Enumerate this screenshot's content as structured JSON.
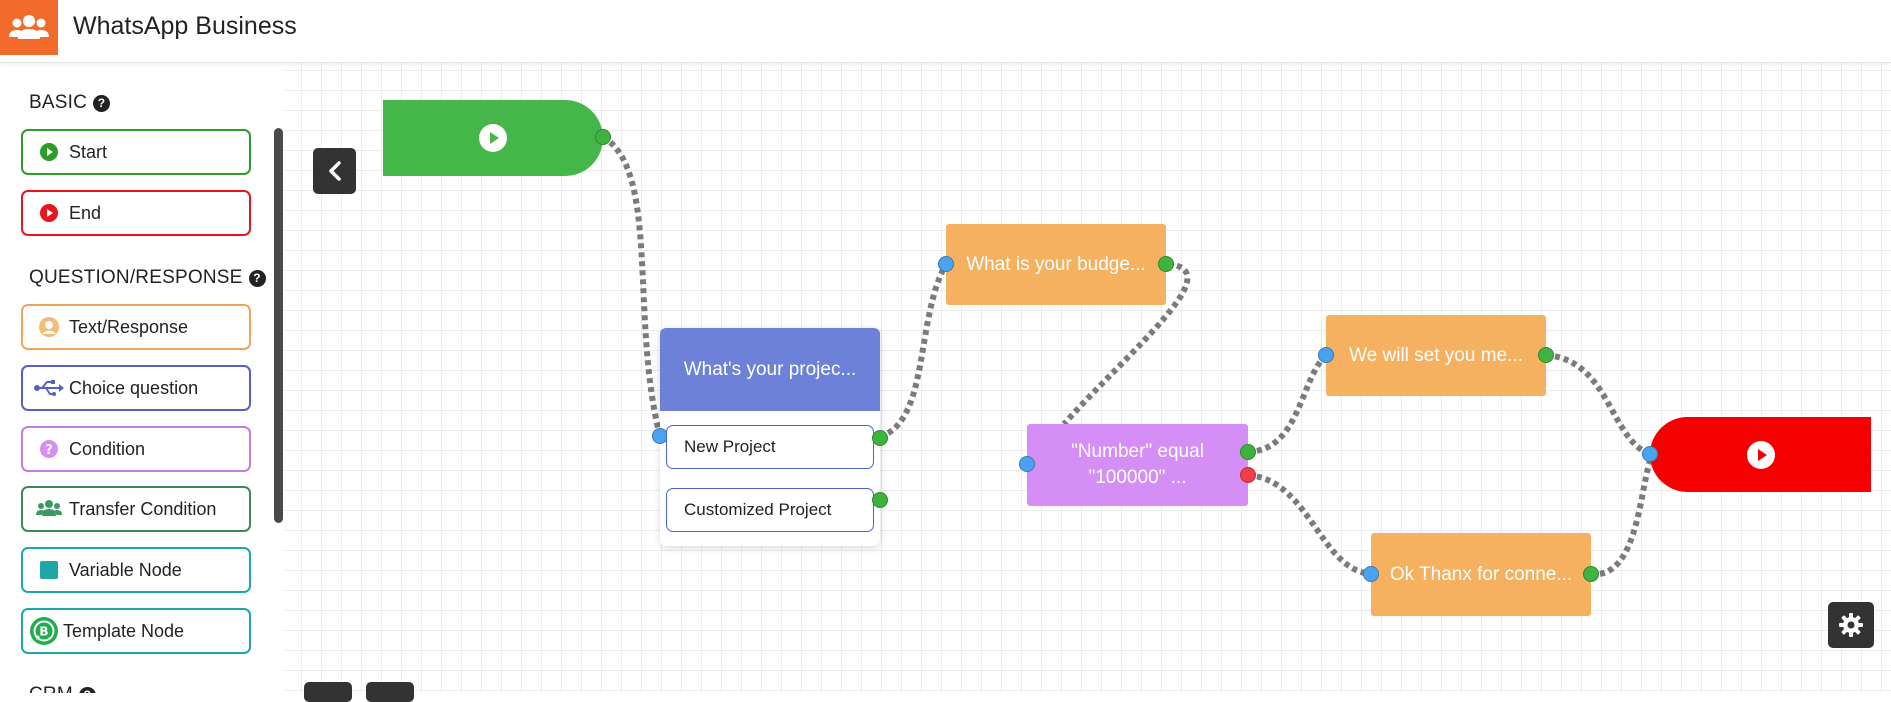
{
  "app": {
    "title": "WhatsApp Business"
  },
  "sidebar": {
    "sections": [
      {
        "title": "BASIC"
      },
      {
        "title": "QUESTION/RESPONSE"
      },
      {
        "title": "CRM"
      }
    ],
    "items": [
      {
        "label": "Start",
        "color": "#2a9d2a",
        "icon": "play-circle-icon"
      },
      {
        "label": "End",
        "color": "#e8141e",
        "icon": "play-circle-icon"
      },
      {
        "label": "Text/Response",
        "color": "#f0a45a",
        "icon": "user-circle-icon"
      },
      {
        "label": "Choice question",
        "color": "#5661c4",
        "icon": "usb-icon"
      },
      {
        "label": "Condition",
        "color": "#c77ddf",
        "icon": "question-circle-icon"
      },
      {
        "label": "Transfer Condition",
        "color": "#3a8a54",
        "icon": "users-icon"
      },
      {
        "label": "Variable Node",
        "color": "#1ea7a7",
        "icon": "square-icon"
      },
      {
        "label": "Template Node",
        "color": "#1ea7a7",
        "icon": "whatsapp-business-icon"
      }
    ]
  },
  "flow": {
    "choice_question": {
      "title": "What's your projec...",
      "options": [
        "New Project",
        "Customized Project"
      ],
      "color": "#6e81d8"
    },
    "budget_text": {
      "title": "What is your budge...",
      "color": "#f5b160"
    },
    "condition": {
      "line1": "\"Number\" equal",
      "line2": "\"100000\" ...",
      "color": "#d58ef5"
    },
    "meeting_text": {
      "title": "We will set you me...",
      "color": "#f5b160"
    },
    "thanks_text": {
      "title": "Ok Thanx for conne...",
      "color": "#f5b160"
    },
    "start_color": "#45b649",
    "end_color": "#f50000"
  }
}
